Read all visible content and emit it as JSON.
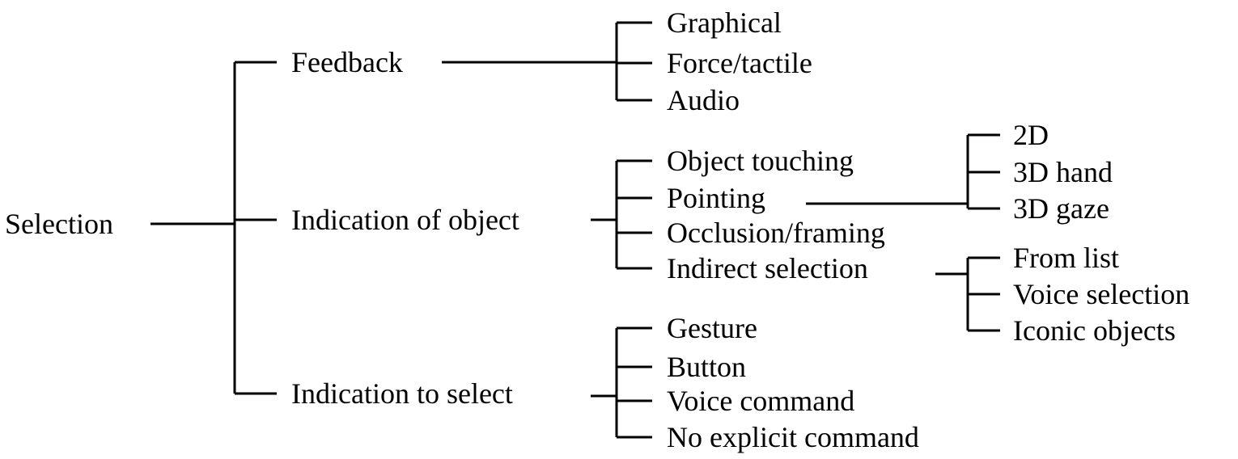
{
  "diagram": {
    "line_color": "#000000",
    "text_color": "#000000",
    "root": {
      "label": "Selection",
      "children": [
        {
          "label": "Feedback",
          "children": [
            {
              "label": "Graphical"
            },
            {
              "label": "Force/tactile"
            },
            {
              "label": "Audio"
            }
          ]
        },
        {
          "label": "Indication of object",
          "children": [
            {
              "label": "Object touching"
            },
            {
              "label": "Pointing",
              "children": [
                {
                  "label": "2D"
                },
                {
                  "label": "3D hand"
                },
                {
                  "label": "3D gaze"
                }
              ]
            },
            {
              "label": "Occlusion/framing"
            },
            {
              "label": "Indirect selection",
              "children": [
                {
                  "label": "From list"
                },
                {
                  "label": "Voice selection"
                },
                {
                  "label": "Iconic objects"
                }
              ]
            }
          ]
        },
        {
          "label": "Indication to select",
          "children": [
            {
              "label": "Gesture"
            },
            {
              "label": "Button"
            },
            {
              "label": "Voice command"
            },
            {
              "label": "No explicit command"
            }
          ]
        }
      ]
    }
  }
}
